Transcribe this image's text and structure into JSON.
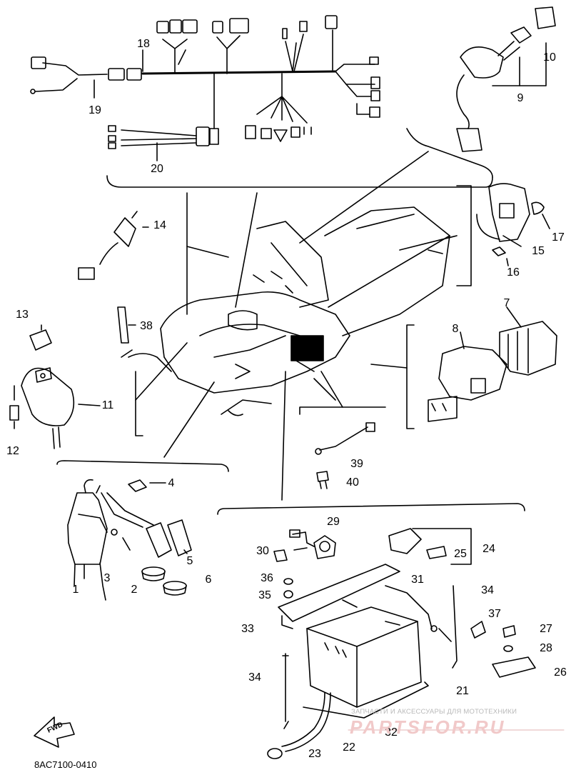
{
  "diagram": {
    "code": "8AC7100-0410",
    "watermark_text": "ЗАПЧАСТИ И АКСЕССУАРЫ ДЛЯ МОТОТЕХНИКИ",
    "watermark_logo": "PARTSFOR.RU",
    "fwd_label": "FWD",
    "callouts": [
      "1",
      "2",
      "3",
      "4",
      "5",
      "6",
      "7",
      "8",
      "9",
      "10",
      "11",
      "12",
      "13",
      "14",
      "15",
      "16",
      "17",
      "18",
      "19",
      "20",
      "21",
      "22",
      "23",
      "24",
      "25",
      "26",
      "27",
      "28",
      "29",
      "30",
      "31",
      "32",
      "33",
      "34",
      "35",
      "36",
      "37",
      "38",
      "39",
      "40",
      "34"
    ]
  }
}
